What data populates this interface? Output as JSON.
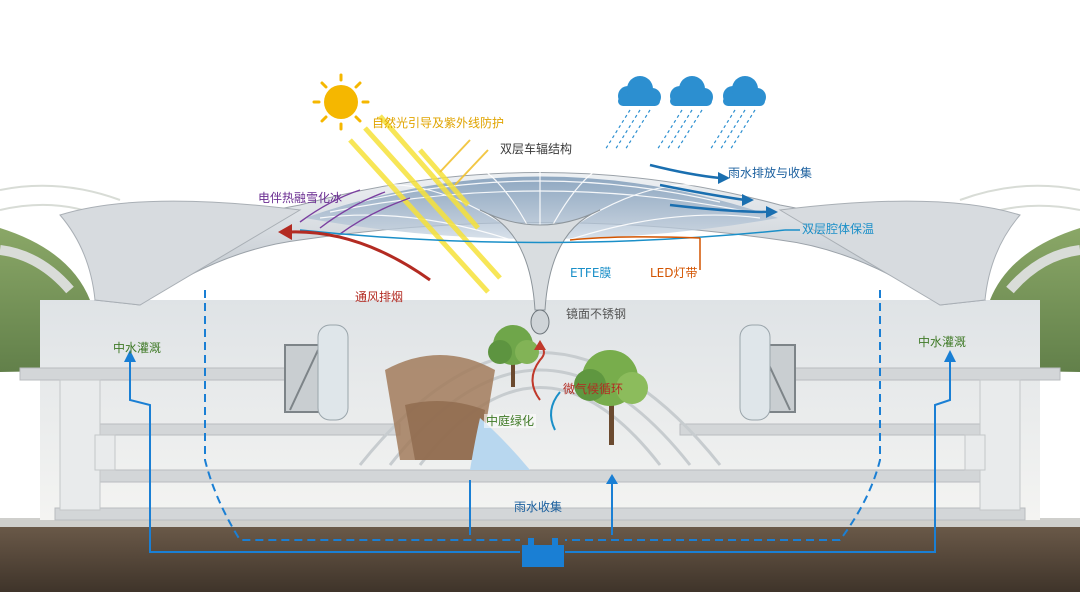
{
  "labels": {
    "sunlight": "自然光引导及紫外线防护",
    "structure": "双层车辐结构",
    "rain_drain": "雨水排放与收集",
    "snow_melt": "电伴热融雪化冰",
    "insulation": "双层腔体保温",
    "etfe": "ETFE膜",
    "led": "LED灯带",
    "ventilation": "通风排烟",
    "steel": "镜面不锈钢",
    "irrigation_left": "中水灌溉",
    "irrigation_right": "中水灌溉",
    "microclimate": "微气候循环",
    "greening": "中庭绿化",
    "rain_collect": "雨水收集"
  },
  "colors": {
    "sun": "#f5b700",
    "sun_ray": "#f6e23a",
    "cloud": "#2c8fd0",
    "water_blue": "#1a7fd4",
    "structure_gray": "#4a4a4a",
    "snow_purple": "#6a2d91",
    "ventilation_red": "#c0392b",
    "led_orange": "#d35400",
    "greening_green": "#4d8a2b",
    "irrigation_green": "#4d8a2b",
    "insulation_blue": "#1a8fc8",
    "ground": "#5a4a3c",
    "green_roof": "#7d9a5a"
  },
  "icons": [
    "sun-icon",
    "cloud-icon",
    "cloud-icon",
    "cloud-icon",
    "rain-tank-icon"
  ]
}
